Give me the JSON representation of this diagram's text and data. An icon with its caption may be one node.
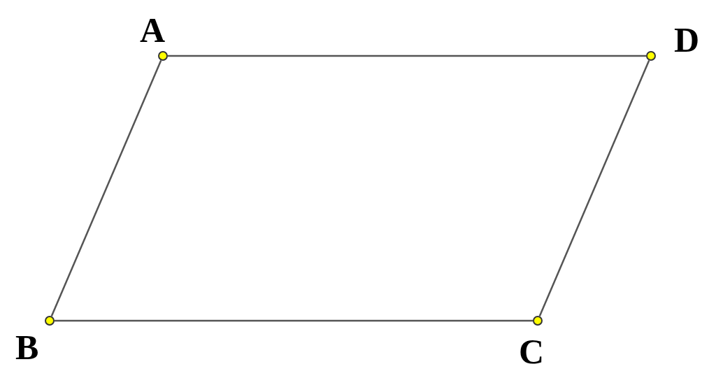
{
  "diagram": {
    "nodes": [
      {
        "text": [],
        "shape": "circle",
        "beside": [
          "A"
        ]
      },
      {
        "text": [],
        "shape": "circle",
        "beside": [
          "D"
        ]
      },
      {
        "text": [],
        "shape": "circle",
        "beside": [
          "B"
        ]
      },
      {
        "text": [],
        "shape": "circle",
        "beside": [
          "C"
        ]
      }
    ],
    "edges": [
      {
        "from": 0,
        "to": 1,
        "arrow": "none"
      },
      {
        "from": 1,
        "to": 3,
        "arrow": "none"
      },
      {
        "from": 3,
        "to": 2,
        "arrow": "none"
      },
      {
        "from": 2,
        "to": 0,
        "arrow": "none"
      }
    ]
  }
}
